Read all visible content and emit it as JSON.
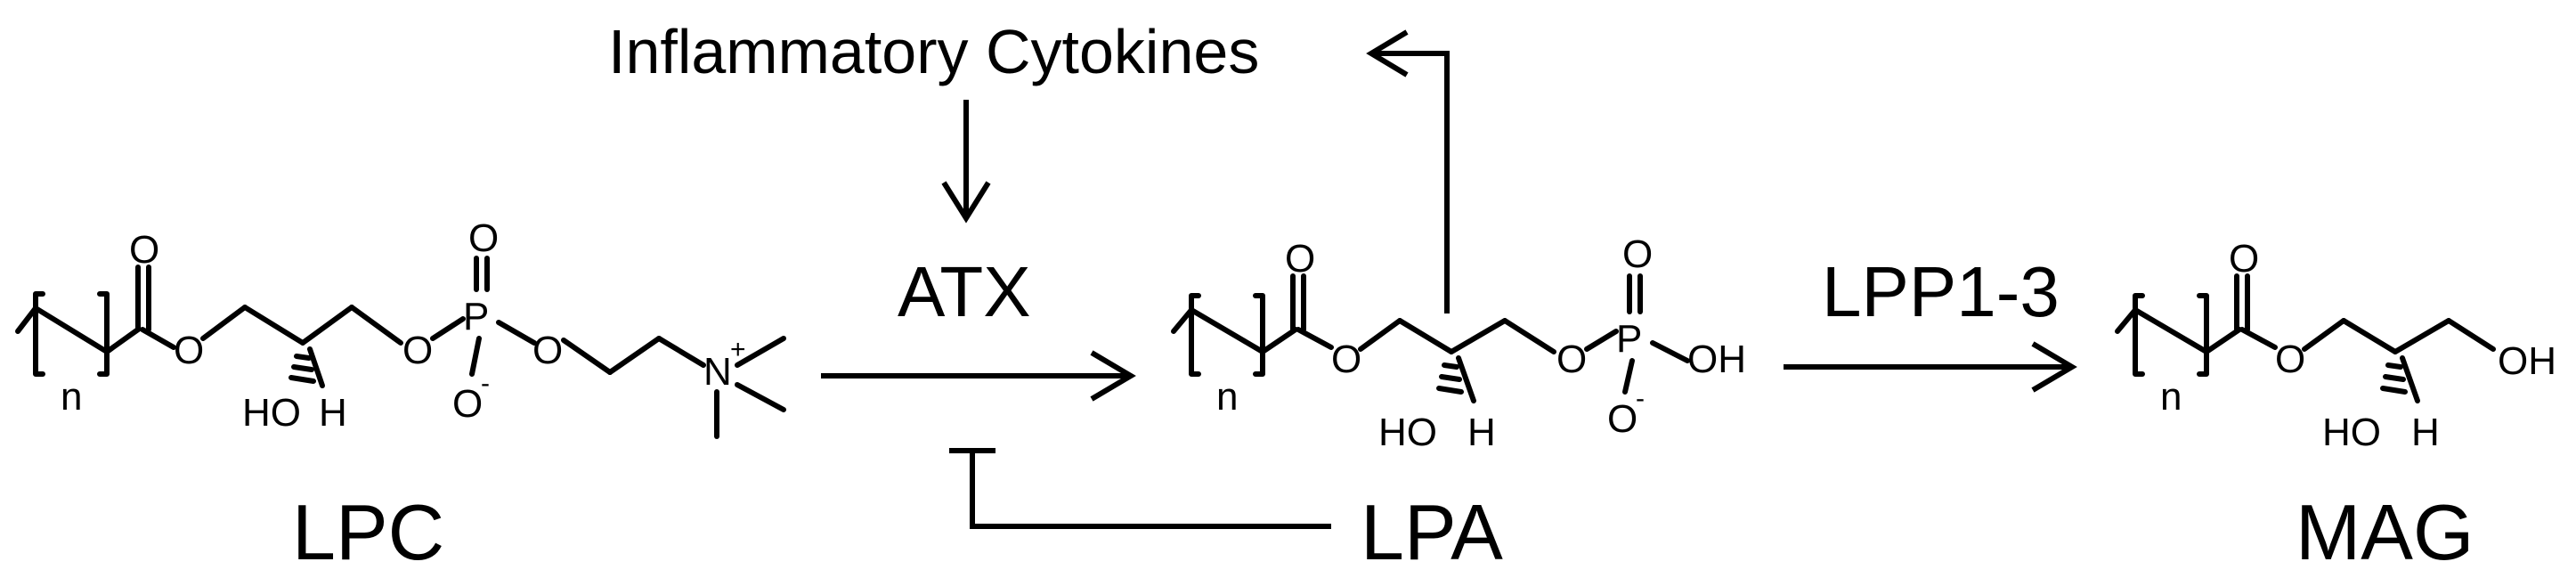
{
  "labels": {
    "cytokines": "Inflammatory Cytokines",
    "atx": "ATX",
    "lpp": "LPP1-3",
    "lpc": "LPC",
    "lpa": "LPA",
    "mag": "MAG"
  },
  "atoms": {
    "o": "O",
    "p": "P",
    "n": "N",
    "h": "H",
    "ho": "HO",
    "oh": "OH",
    "o_minus": "O",
    "minus": "-",
    "plus": "+",
    "repeat_n": "n"
  }
}
